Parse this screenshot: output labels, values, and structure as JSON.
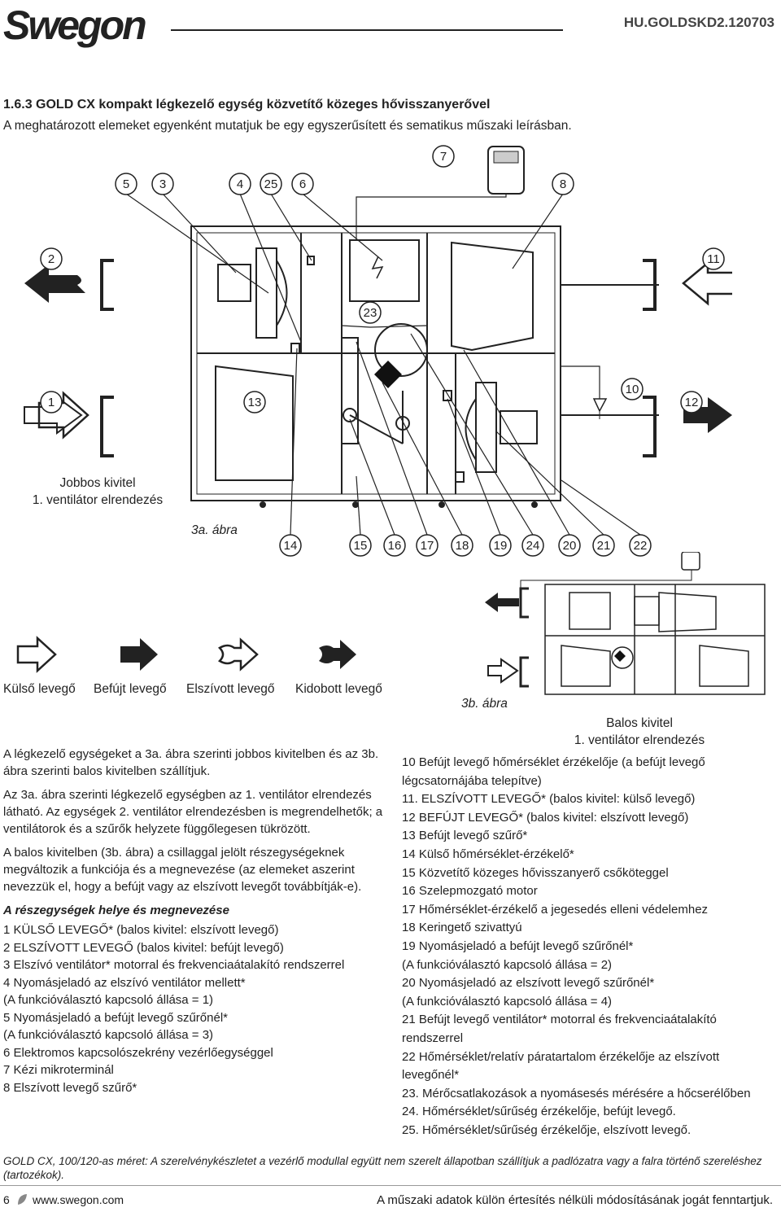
{
  "header": {
    "logo": "Swegon",
    "doc_code": "HU.GOLDSKD2.120703"
  },
  "section": {
    "title": "1.6.3 GOLD CX kompakt légkezelő egység közvetítő közeges hővisszanyerővel",
    "intro": "A meghatározott elemeket egyenként mutatjuk be egy egyszerűsített és sematikus műszaki leírásban."
  },
  "figure_a": {
    "numbers": [
      "5",
      "3",
      "4",
      "25",
      "6",
      "7",
      "8",
      "2",
      "11",
      "23",
      "1",
      "13",
      "10",
      "12",
      "14",
      "15",
      "16",
      "17",
      "18",
      "19",
      "24",
      "20",
      "21",
      "22"
    ],
    "orientation_line1": "Jobbos kivitel",
    "orientation_line2": "1. ventilátor elrendezés",
    "caption": "3a. ábra"
  },
  "legend": {
    "outdoor": "Külső levegő",
    "supply": "Befújt levegő",
    "extract": "Elszívott levegő",
    "exhaust": "Kidobott levegő"
  },
  "figure_b": {
    "caption": "3b. ábra",
    "orientation_line1": "Balos kivitel",
    "orientation_line2": "1. ventilátor elrendezés"
  },
  "paragraphs": [
    "A légkezelő egységeket a 3a. ábra szerinti jobbos kivitelben és az 3b. ábra szerinti balos kivitelben szállítjuk.",
    "Az 3a. ábra szerinti légkezelő egységben az 1. ventilátor elrendezés látható. Az egységek 2. ventilátor elrendezésben is megrendelhetők; a ventilátorok és a szűrők helyzete függőlegesen tükrözött.",
    "A balos kivitelben (3b. ábra) a csillaggal jelölt részegységeknek megváltozik a funkciója és a megnevezése (az elemeket aszerint nevezzük el, hogy a befújt vagy az elszívott levegőt továbbítják-e)."
  ],
  "list_title": "A részegységek helye és megnevezése",
  "left_list": [
    "1 KÜLSŐ LEVEGŐ* (balos kivitel: elszívott levegő)",
    "2 ELSZÍVOTT LEVEGŐ (balos kivitel: befújt levegő)",
    "3 Elszívó ventilátor* motorral és frekvenciaátalakító rendszerrel",
    "4 Nyomásjeladó az elszívó ventilátor mellett*",
    "(A funkcióválasztó kapcsoló állása = 1)",
    "5 Nyomásjeladó a befújt levegő szűrőnél*",
    "(A funkcióválasztó kapcsoló állása = 3)",
    "6 Elektromos kapcsolószekrény vezérlőegységgel",
    "7 Kézi mikroterminál",
    "8 Elszívott levegő szűrő*"
  ],
  "right_list": [
    "10 Befújt levegő hőmérséklet érzékelője (a befújt levegő légcsatornájába telepítve)",
    "11. ELSZÍVOTT LEVEGŐ* (balos kivitel: külső levegő)",
    "12 BEFÚJT LEVEGŐ* (balos kivitel: elszívott levegő)",
    "13 Befújt levegő szűrő*",
    "14 Külső hőmérséklet-érzékelő*",
    "15 Közvetítő közeges hővisszanyerő csőköteggel",
    "16 Szelepmozgató motor",
    "17 Hőmérséklet-érzékelő a jegesedés elleni védelemhez",
    "18 Keringető szivattyú",
    "19 Nyomásjeladó a befújt levegő szűrőnél*",
    "(A funkcióválasztó kapcsoló állása = 2)",
    "20 Nyomásjeladó az elszívott levegő szűrőnél*",
    "(A funkcióválasztó kapcsoló állása = 4)",
    "21 Befújt levegő ventilátor* motorral és frekvenciaátalakító rendszerrel",
    "22 Hőmérséklet/relatív páratartalom érzékelője az elszívott levegőnél*",
    "23. Mérőcsatlakozások a nyomásesés mérésére a hőcserélőben",
    "24. Hőmérséklet/sűrűség érzékelője, befújt levegő.",
    "25. Hőmérséklet/sűrűség érzékelője, elszívott levegő."
  ],
  "note": "GOLD CX, 100/120-as méret: A szerelvénykészletet a vezérlő modullal együtt nem szerelt állapotban szállítjuk a padlózatra vagy a falra történő szereléshez (tartozékok).",
  "footer": {
    "page": "6",
    "url": "www.swegon.com",
    "disclaimer": "A műszaki adatok külön értesítés nélküli módosításának jogát fenntartjuk."
  }
}
